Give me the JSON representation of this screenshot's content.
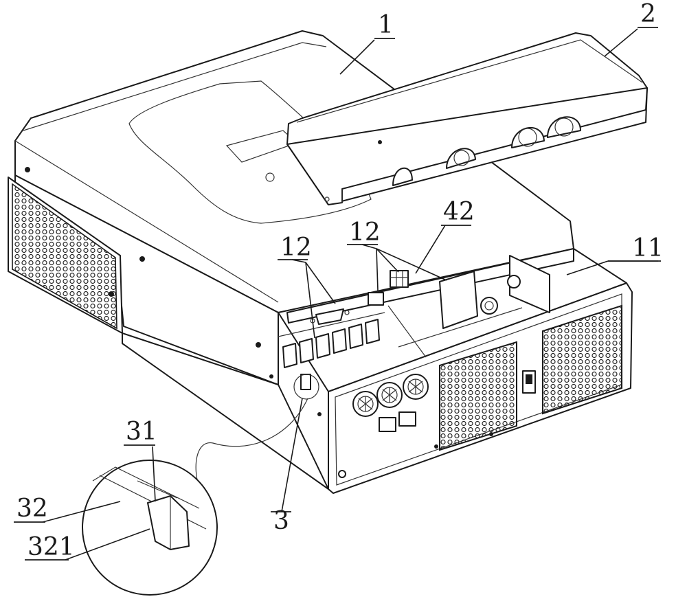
{
  "figure": {
    "labels": {
      "housing": "1",
      "top_cover": "2",
      "clip_assembly": "3",
      "clip_tab": "31",
      "side_panel": "32",
      "catch_edge": "321",
      "wiring_bay": "11",
      "terminals_left": "12",
      "terminals_right": "12",
      "baffle": "42"
    }
  }
}
